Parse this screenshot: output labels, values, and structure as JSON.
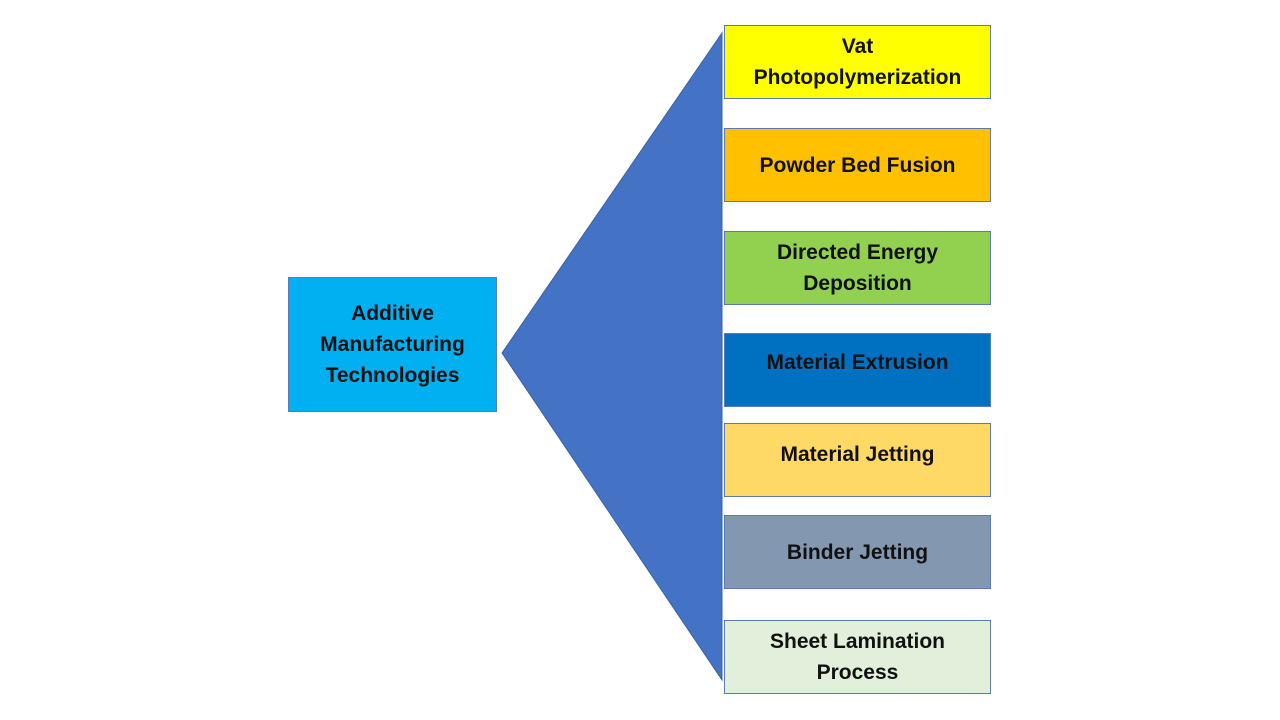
{
  "diagram": {
    "root": {
      "label": "Additive\nManufacturing\nTechnologies",
      "color": "#00b0f0"
    },
    "fan_color": "#4472c4",
    "categories": [
      {
        "label": "Vat\nPhotopolymerization",
        "color": "#ffff00"
      },
      {
        "label": "Powder Bed Fusion",
        "color": "#ffc000"
      },
      {
        "label": "Directed Energy\nDeposition",
        "color": "#92d050"
      },
      {
        "label": "Material  Extrusion",
        "color": "#0070c0"
      },
      {
        "label": "Material  Jetting",
        "color": "#ffd966"
      },
      {
        "label": "Binder Jetting",
        "color": "#8497b0"
      },
      {
        "label": "Sheet Lamination\nProcess",
        "color": "#e2efda"
      }
    ]
  }
}
